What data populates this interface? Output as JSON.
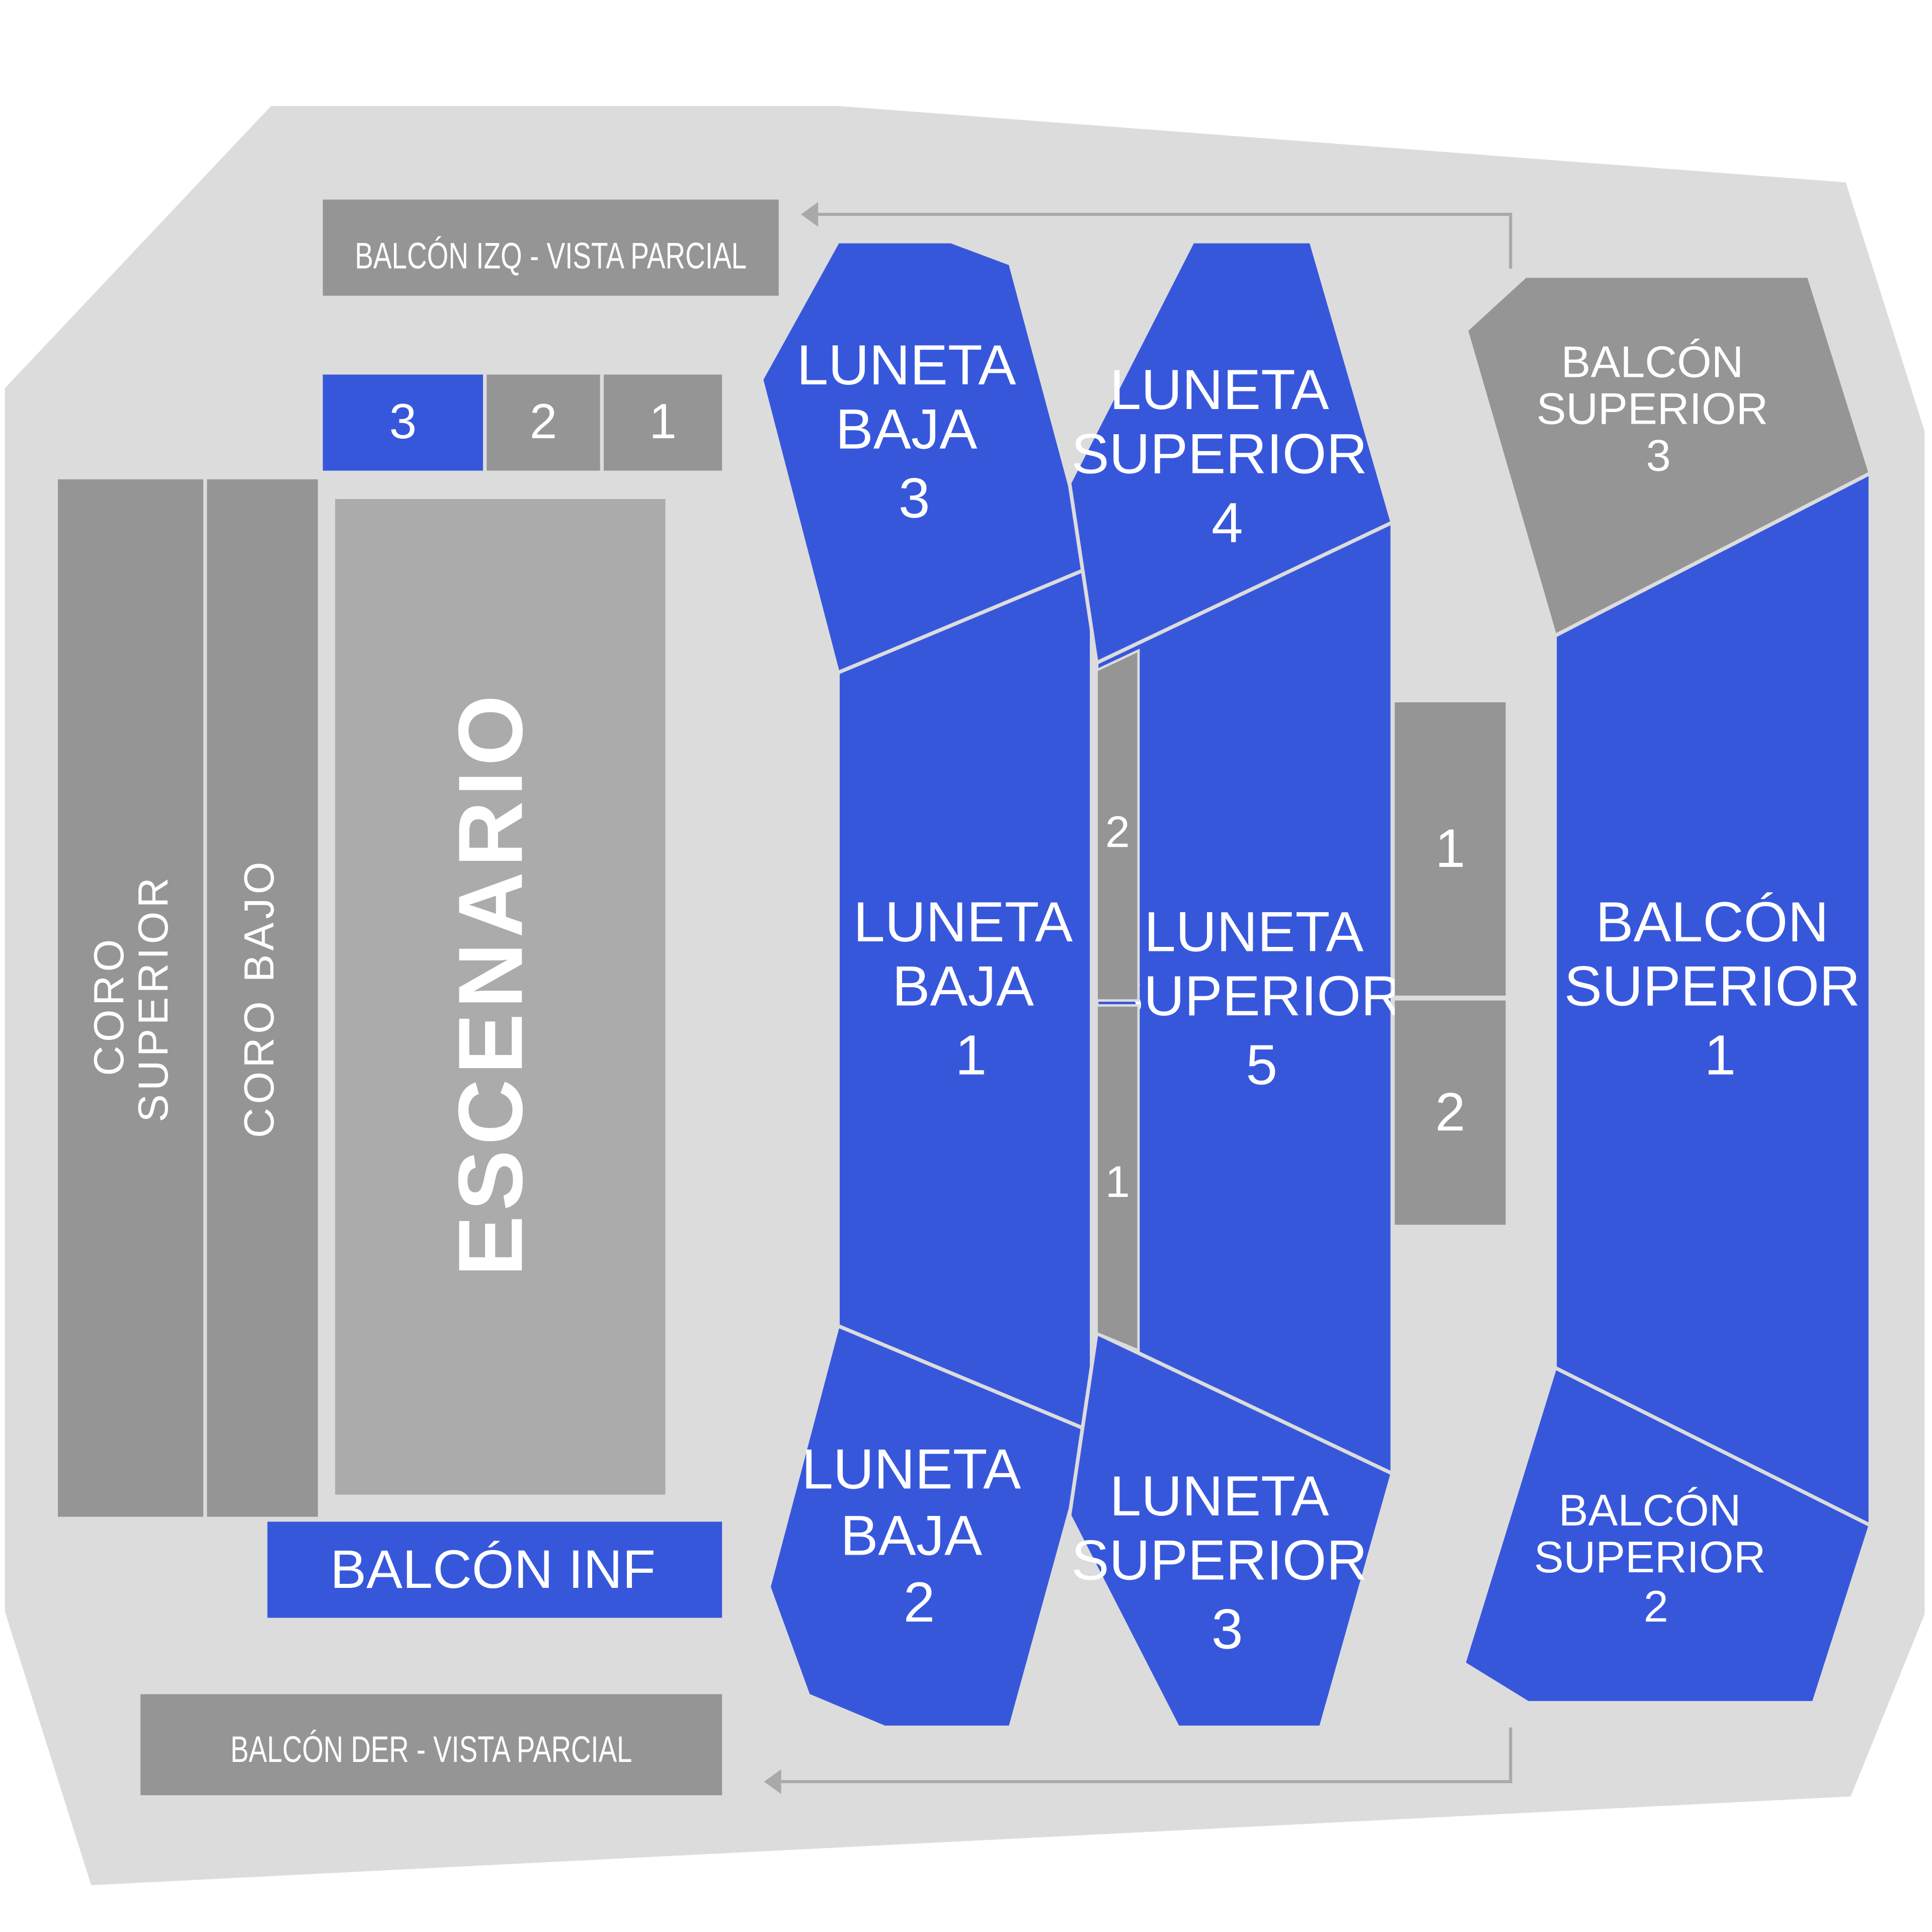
{
  "colors": {
    "venue_background": "#dcdcdc",
    "available": "#3757db",
    "unavailable": "#959595",
    "stage": "#ababab",
    "text": "#ffffff",
    "outline": "#dcdcdc",
    "arrow": "#a9a9a9"
  },
  "sections": {
    "balcon_izq": {
      "label": "BALCÓN IZQ - VISTA PARCIAL",
      "status": "unavailable"
    },
    "box_3": {
      "label": "3",
      "status": "available"
    },
    "box_2": {
      "label": "2",
      "status": "unavailable"
    },
    "box_1": {
      "label": "1",
      "status": "unavailable"
    },
    "coro_superior": {
      "lines": [
        "CORO",
        "SUPERIOR"
      ],
      "status": "unavailable"
    },
    "coro_bajo": {
      "label": "CORO BAJO",
      "status": "unavailable"
    },
    "escenario": {
      "label": "ESCENARIO"
    },
    "balcon_inf": {
      "label": "BALCÓN INF",
      "status": "available"
    },
    "balcon_der": {
      "label": "BALCÓN DER - VISTA PARCIAL",
      "status": "unavailable"
    },
    "luneta_baja_3": {
      "lines": [
        "LUNETA",
        "BAJA",
        "3"
      ],
      "status": "available"
    },
    "luneta_baja_1": {
      "lines": [
        "LUNETA",
        "BAJA",
        "1"
      ],
      "status": "available"
    },
    "luneta_baja_2": {
      "lines": [
        "LUNETA",
        "BAJA",
        "2"
      ],
      "status": "available"
    },
    "luneta_superior_4": {
      "lines": [
        "LUNETA",
        "SUPERIOR",
        "4"
      ],
      "status": "available"
    },
    "luneta_superior_5": {
      "lines": [
        "LUNETA",
        "SUPERIOR",
        "5"
      ],
      "status": "available"
    },
    "luneta_superior_3": {
      "lines": [
        "LUNETA",
        "SUPERIOR",
        "3"
      ],
      "status": "available"
    },
    "strip_2": {
      "label": "2",
      "status": "unavailable"
    },
    "strip_1": {
      "label": "1",
      "status": "unavailable"
    },
    "side_1": {
      "label": "1",
      "status": "unavailable"
    },
    "side_2": {
      "label": "2",
      "status": "unavailable"
    },
    "balcon_superior_3": {
      "lines": [
        "BALCÓN",
        "SUPERIOR",
        "3"
      ],
      "status": "unavailable"
    },
    "balcon_superior_1": {
      "lines": [
        "BALCÓN",
        "SUPERIOR",
        "1"
      ],
      "status": "available"
    },
    "balcon_superior_2": {
      "lines": [
        "BALCÓN",
        "SUPERIOR",
        "2"
      ],
      "status": "available"
    }
  }
}
